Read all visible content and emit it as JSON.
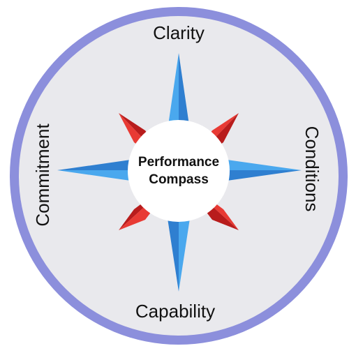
{
  "diagram": {
    "center": {
      "line1": "Performance",
      "line2": "Compass"
    },
    "directions": {
      "top": "Clarity",
      "right": "Conditions",
      "bottom": "Capability",
      "left": "Commitment"
    },
    "colors": {
      "outer_ring": "#8c8fdc",
      "inner_fill": "#e9e9ed",
      "center_fill": "#ffffff",
      "main_point_light": "#4aa8ee",
      "main_point_dark": "#2f7fd0",
      "diagonal_point_light": "#e83a34",
      "diagonal_point_dark": "#b81c1c"
    }
  }
}
